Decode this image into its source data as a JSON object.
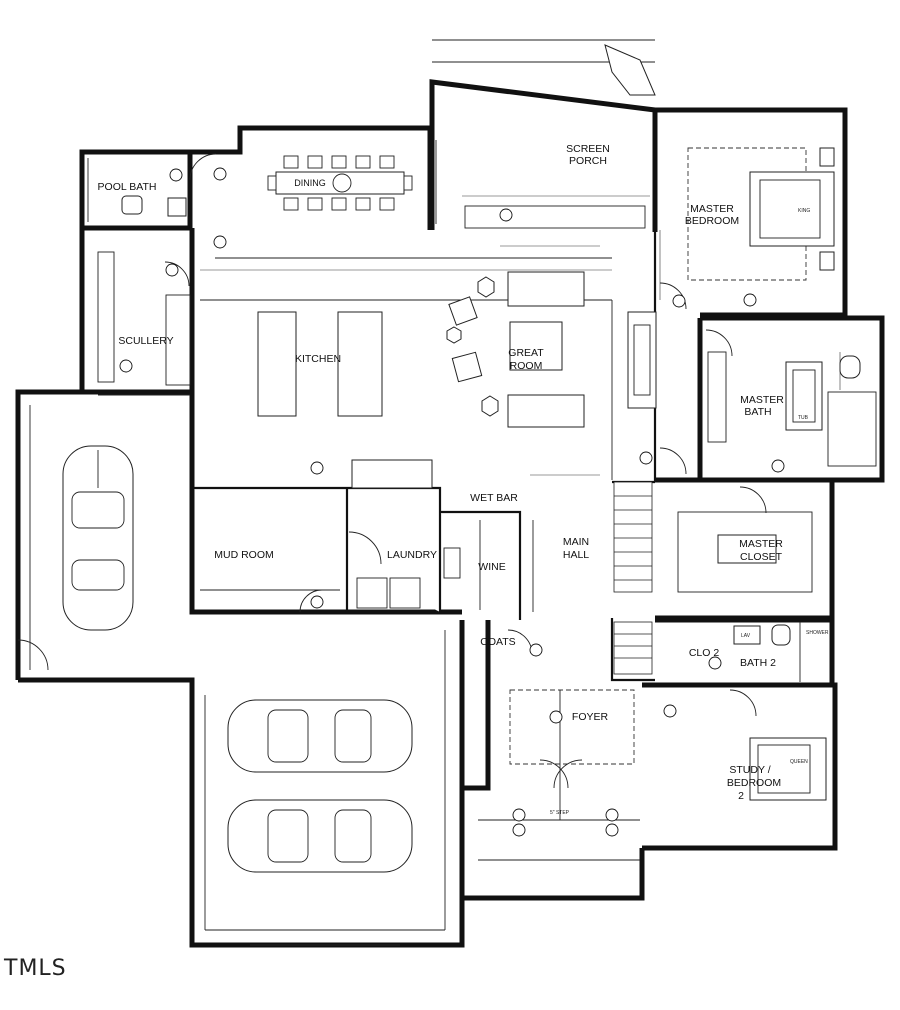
{
  "rooms": {
    "pool_bath": "POOL BATH",
    "dining": "DINING",
    "screen_porch": [
      "SCREEN",
      "PORCH"
    ],
    "master_bedroom": [
      "MASTER",
      "BEDROOM"
    ],
    "scullery": "SCULLERY",
    "kitchen": "KITCHEN",
    "great_room": [
      "GREAT",
      "ROOM"
    ],
    "master_bath": [
      "MASTER",
      "BATH"
    ],
    "mud_room": "MUD ROOM",
    "laundry": "LAUNDRY",
    "wet_bar": "WET BAR",
    "wine": "WINE",
    "main_hall": [
      "MAIN",
      "HALL"
    ],
    "master_closet": [
      "MASTER",
      "CLOSET"
    ],
    "coats": "COATS",
    "clo2": "CLO 2",
    "bath2": "BATH 2",
    "foyer": "FOYER",
    "study": [
      "STUDY /",
      "BEDROOM",
      "2"
    ]
  },
  "fixtures": {
    "tub": "TUB",
    "king": "KING",
    "queen": "QUEEN",
    "shower": "SHOWER",
    "lav": "LAV",
    "step": "5\" STEP"
  },
  "watermark": "TMLS"
}
